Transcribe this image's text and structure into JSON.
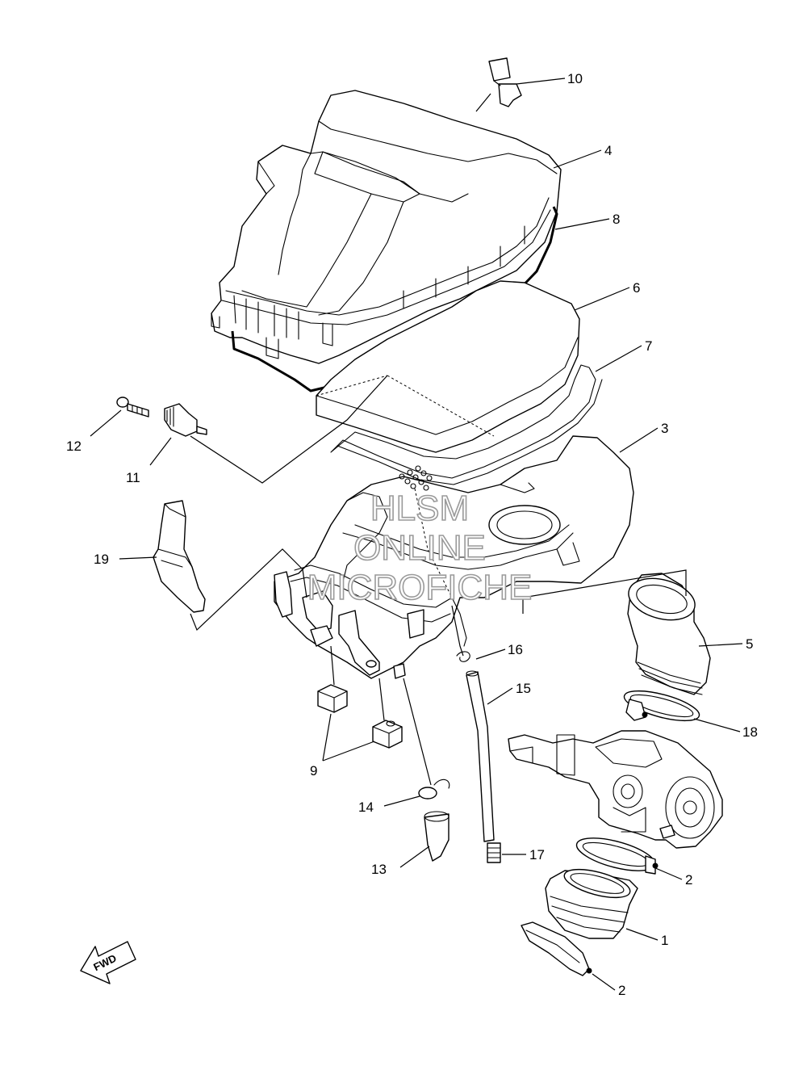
{
  "callouts": [
    {
      "id": "1",
      "label": "1"
    },
    {
      "id": "2a",
      "label": "2"
    },
    {
      "id": "2b",
      "label": "2"
    },
    {
      "id": "3",
      "label": "3"
    },
    {
      "id": "4",
      "label": "4"
    },
    {
      "id": "5",
      "label": "5"
    },
    {
      "id": "6",
      "label": "6"
    },
    {
      "id": "7",
      "label": "7"
    },
    {
      "id": "8",
      "label": "8"
    },
    {
      "id": "9",
      "label": "9"
    },
    {
      "id": "10",
      "label": "10"
    },
    {
      "id": "11",
      "label": "11"
    },
    {
      "id": "12",
      "label": "12"
    },
    {
      "id": "13",
      "label": "13"
    },
    {
      "id": "14",
      "label": "14"
    },
    {
      "id": "15",
      "label": "15"
    },
    {
      "id": "16",
      "label": "16"
    },
    {
      "id": "17",
      "label": "17"
    },
    {
      "id": "18",
      "label": "18"
    },
    {
      "id": "19",
      "label": "19"
    }
  ],
  "watermark": {
    "line1": "HLSM",
    "line2": "ONLINE",
    "line3": "MICROFICHE"
  },
  "direction_marker": {
    "label": "FWD",
    "icon": "forward-arrow-icon"
  },
  "colors": {
    "line": "#000000",
    "background": "#ffffff",
    "watermark": "#9a9a9a"
  }
}
